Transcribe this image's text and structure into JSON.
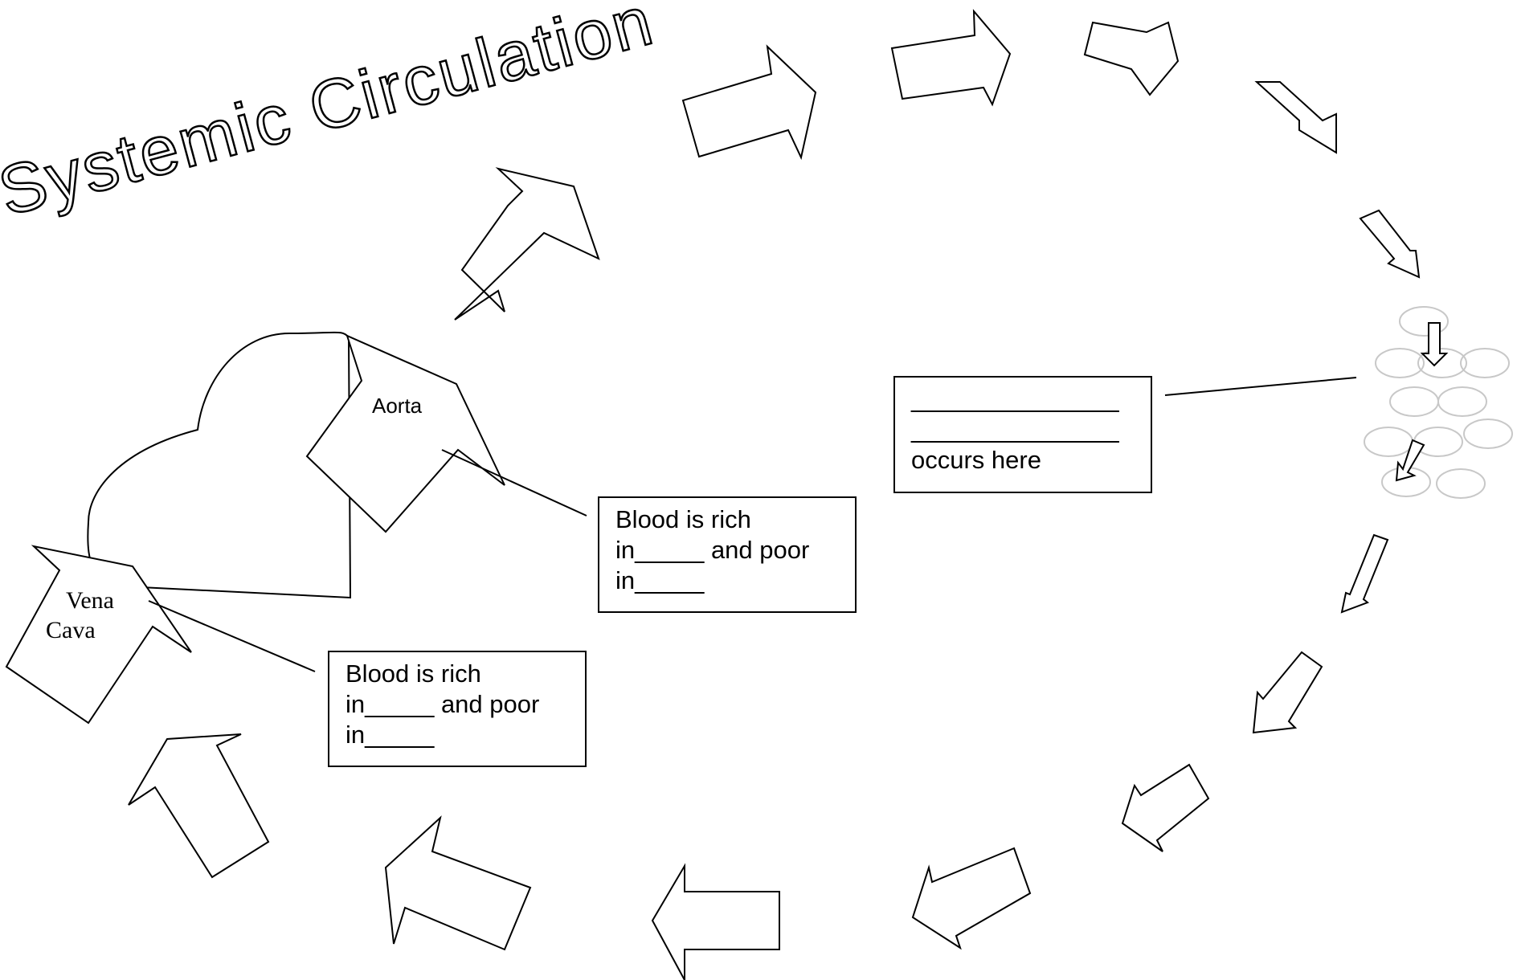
{
  "title": "Systemic Circulation",
  "heart": {
    "aorta_label": "Aorta",
    "vena_cava_label": [
      "Vena",
      "Cava"
    ]
  },
  "callouts": {
    "aorta_box": {
      "line1": "Blood is rich",
      "line2": "in_____ and poor",
      "line3": "in_____"
    },
    "vena_cava_box": {
      "line1": "Blood is rich",
      "line2": "in_____ and poor",
      "line3": "in_____"
    },
    "capillary_box": {
      "line1": "_______________",
      "line2": "_______________",
      "line3": "occurs here"
    }
  },
  "colors": {
    "stroke": "#000000",
    "background": "#ffffff",
    "capillary": "#c8c8c8"
  },
  "icons": [
    "flow-arrow",
    "heart-outline",
    "capillary-bed"
  ]
}
